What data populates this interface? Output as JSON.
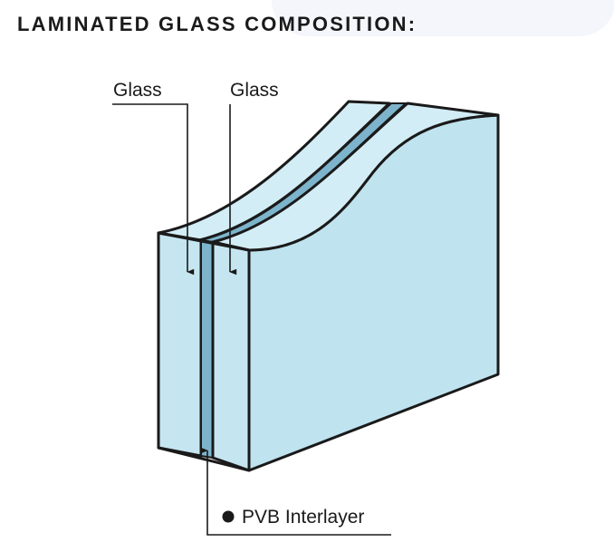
{
  "title": "LAMINATED GLASS COMPOSITION:",
  "labels": {
    "glass_left": "Glass",
    "glass_right": "Glass",
    "interlayer": "PVB Interlayer"
  },
  "colors": {
    "glass_front": "#c5e6f1",
    "glass_side": "#bfe3ef",
    "glass_top": "#d3edf6",
    "pvb": "#7db4cc",
    "outline": "#1a1a1a",
    "text": "#1a1a1a"
  }
}
